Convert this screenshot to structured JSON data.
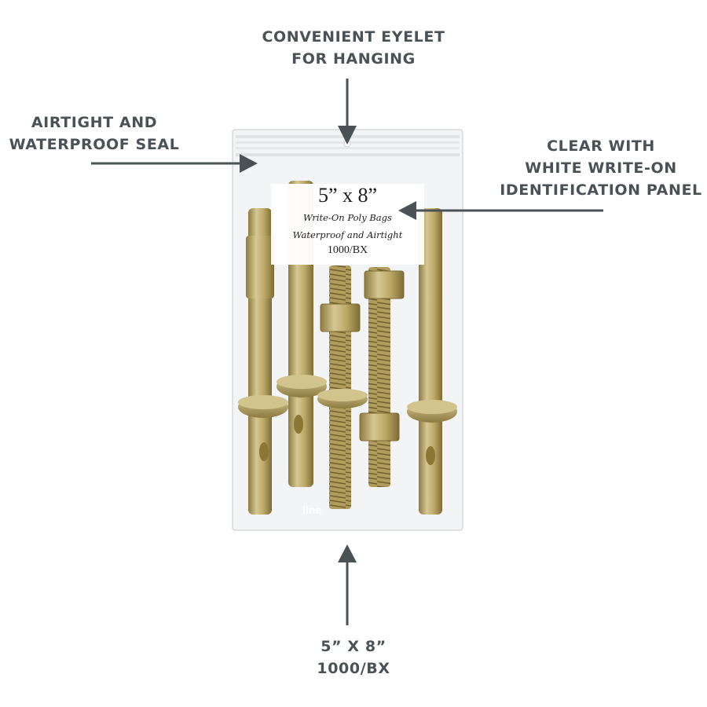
{
  "callouts": {
    "eyelet": [
      "CONVENIENT EYELET",
      "FOR HANGING"
    ],
    "seal": [
      "AIRTIGHT AND",
      "WATERPROOF SEAL"
    ],
    "panel": [
      "CLEAR WITH",
      "WHITE WRITE-ON",
      "IDENTIFICATION PANEL"
    ],
    "size": [
      "5” x 8”",
      "1000/BX"
    ]
  },
  "write_on_panel": {
    "title": "5” x 8”",
    "line1": "Write-On Poly Bags",
    "line2": "Waterproof and Airtight",
    "line3": "1000/BX"
  },
  "bag_print": {
    "brand": "line"
  },
  "colors": {
    "text": "#4b5256",
    "arrow": "#4b5256",
    "bolt_light": "#cfc08a",
    "bolt_mid": "#b5a160",
    "bolt_dark": "#7e6c35"
  }
}
